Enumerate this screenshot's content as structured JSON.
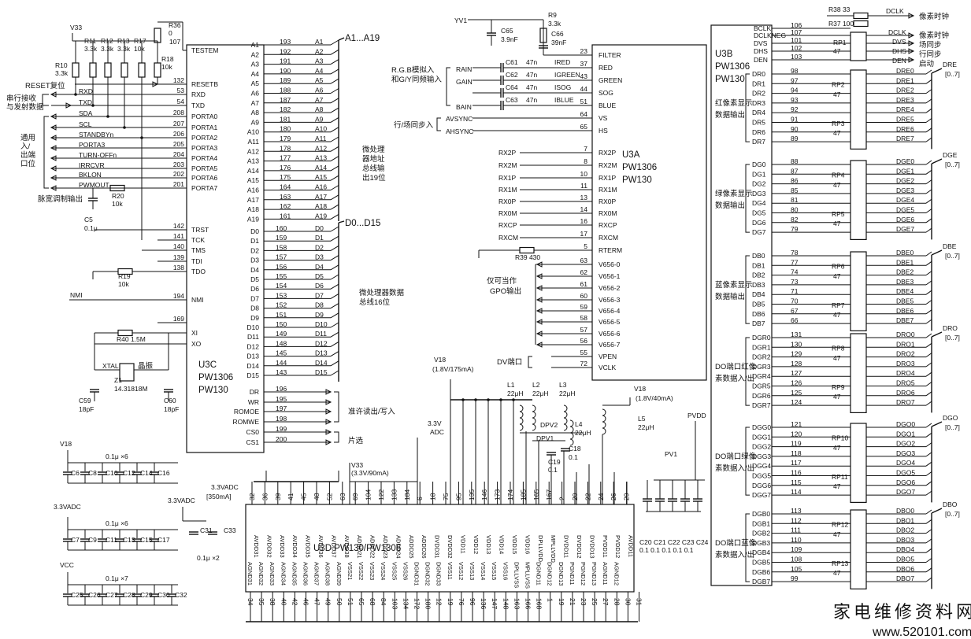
{
  "watermark": {
    "text": "家电维修资料网",
    "url": "www.520101.com"
  },
  "u3c": {
    "title": [
      "U3C",
      "PW1306",
      "PW130"
    ],
    "left_pins": [
      {
        "name": "TESTEM",
        "num": ""
      },
      {
        "name": "RESETB",
        "num": "132"
      },
      {
        "name": "RXD",
        "num": "53"
      },
      {
        "name": "TXD",
        "num": "54"
      },
      {
        "name": "PORTA0",
        "num": "208"
      },
      {
        "name": "PORTA1",
        "num": "207"
      },
      {
        "name": "PORTA2",
        "num": "206"
      },
      {
        "name": "PORTA3",
        "num": "205"
      },
      {
        "name": "PORTA4",
        "num": "204"
      },
      {
        "name": "PORTA5",
        "num": "203"
      },
      {
        "name": "PORTA6",
        "num": "202"
      },
      {
        "name": "PORTA7",
        "num": "201"
      },
      {
        "name": "TRST",
        "num": "142"
      },
      {
        "name": "TCK",
        "num": "141"
      },
      {
        "name": "TMS",
        "num": "140"
      },
      {
        "name": "TDI",
        "num": "139"
      },
      {
        "name": "TDO",
        "num": "138"
      },
      {
        "name": "NMI",
        "num": "194"
      },
      {
        "name": "",
        "num": "169"
      },
      {
        "name": "XI",
        "num": ""
      },
      {
        "name": "XO",
        "num": ""
      }
    ],
    "addr_pins": [
      {
        "name": "A1",
        "num": "193"
      },
      {
        "name": "A2",
        "num": "192"
      },
      {
        "name": "A3",
        "num": "191"
      },
      {
        "name": "A4",
        "num": "190"
      },
      {
        "name": "A5",
        "num": "189"
      },
      {
        "name": "A6",
        "num": "188"
      },
      {
        "name": "A7",
        "num": "187"
      },
      {
        "name": "A8",
        "num": "182"
      },
      {
        "name": "A9",
        "num": "181"
      },
      {
        "name": "A10",
        "num": "180"
      },
      {
        "name": "A11",
        "num": "179"
      },
      {
        "name": "A12",
        "num": "178"
      },
      {
        "name": "A13",
        "num": "177"
      },
      {
        "name": "A14",
        "num": "176"
      },
      {
        "name": "A15",
        "num": "175"
      },
      {
        "name": "A16",
        "num": "164"
      },
      {
        "name": "A17",
        "num": "163"
      },
      {
        "name": "A18",
        "num": "162"
      },
      {
        "name": "A19",
        "num": "161"
      }
    ],
    "data_pins": [
      {
        "name": "D0",
        "num": "160"
      },
      {
        "name": "D1",
        "num": "159"
      },
      {
        "name": "D2",
        "num": "158"
      },
      {
        "name": "D3",
        "num": "157"
      },
      {
        "name": "D4",
        "num": "156"
      },
      {
        "name": "D5",
        "num": "155"
      },
      {
        "name": "D6",
        "num": "154"
      },
      {
        "name": "D7",
        "num": "153"
      },
      {
        "name": "D8",
        "num": "152"
      },
      {
        "name": "D9",
        "num": "151"
      },
      {
        "name": "D10",
        "num": "150"
      },
      {
        "name": "D11",
        "num": "149"
      },
      {
        "name": "D12",
        "num": "148"
      },
      {
        "name": "D13",
        "num": "145"
      },
      {
        "name": "D14",
        "num": "144"
      },
      {
        "name": "D15",
        "num": "143"
      }
    ],
    "ctrl_pins": [
      {
        "name": "DR",
        "num": "196"
      },
      {
        "name": "WR",
        "num": "195"
      },
      {
        "name": "ROMOE",
        "num": "197"
      },
      {
        "name": "ROMWE",
        "num": "198"
      },
      {
        "name": "CS0",
        "num": "199"
      },
      {
        "name": "CS1",
        "num": "200"
      }
    ],
    "nets": [
      "RXD",
      "TXD",
      "SDA",
      "SCL",
      "STANDBYn",
      "PORTA3",
      "TURN-OFFn",
      "IRRCVR",
      "BKLON",
      "PWMOUT"
    ],
    "bus_addr": "A1...A19",
    "bus_data": "D0...D15",
    "lbl_addr": [
      "微处理",
      "器地址",
      "总线输",
      "出19位"
    ],
    "lbl_data": [
      "微处理器数据",
      "总线16位"
    ],
    "lbl_rw": "准许读出/写入",
    "lbl_cs": "片选",
    "lbl_reset": "RESET复位",
    "lbl_serial": [
      "串行接收",
      "与发射数据"
    ],
    "lbl_io": [
      "通用",
      "入/",
      "出端",
      "口位"
    ],
    "lbl_pwm": "脉宽调制输出",
    "v33": "V33",
    "nmi": "NMI"
  },
  "left_parts": {
    "r10": [
      "R10",
      "3.3k"
    ],
    "r11": [
      "R11",
      "3.3k"
    ],
    "r12": [
      "R12",
      "3.3k"
    ],
    "r13": [
      "R13",
      "3.3k"
    ],
    "r17": [
      "R17",
      "10k"
    ],
    "r18": [
      "R18",
      "10k"
    ],
    "r36": [
      "R36",
      "0"
    ],
    "r36n": "107",
    "r20": [
      "R20",
      "10k"
    ],
    "c5": [
      "C5",
      "0.1μ"
    ],
    "r19": [
      "R19",
      "10k"
    ],
    "r40": "R40 1.5M",
    "xtal": "XTAL",
    "jz": "晶振",
    "z1": [
      "Z1",
      "14.31818M"
    ],
    "c59": [
      "C59",
      "18pF"
    ],
    "c60": [
      "C60",
      "18pF"
    ]
  },
  "u3a": {
    "title": [
      "U3A",
      "PW1306",
      "PW130"
    ],
    "pins": [
      {
        "name": "FILTER",
        "num": "23"
      },
      {
        "name": "RED",
        "num": "37"
      },
      {
        "name": "GREEN",
        "num": "43"
      },
      {
        "name": "SOG",
        "num": "44"
      },
      {
        "name": "BLUE",
        "num": "51"
      },
      {
        "name": "VS",
        "num": "64"
      },
      {
        "name": "HS",
        "num": "65"
      },
      {
        "name": "RX2P",
        "num": "7"
      },
      {
        "name": "RX2M",
        "num": "8"
      },
      {
        "name": "RX1P",
        "num": "10"
      },
      {
        "name": "RX1M",
        "num": "11"
      },
      {
        "name": "RX0P",
        "num": "13"
      },
      {
        "name": "RX0M",
        "num": "14"
      },
      {
        "name": "RXCP",
        "num": "16"
      },
      {
        "name": "RXCM",
        "num": "17"
      },
      {
        "name": "RTERM",
        "num": "5"
      },
      {
        "name": "V656-0",
        "num": "63"
      },
      {
        "name": "V656-1",
        "num": "62"
      },
      {
        "name": "V656-2",
        "num": "61"
      },
      {
        "name": "V656-3",
        "num": "60"
      },
      {
        "name": "V656-4",
        "num": "59"
      },
      {
        "name": "V656-5",
        "num": "58"
      },
      {
        "name": "V656-6",
        "num": "57"
      },
      {
        "name": "V656-7",
        "num": "56"
      },
      {
        "name": "VPEN",
        "num": "55"
      },
      {
        "name": "VCLK",
        "num": "72"
      }
    ],
    "in_nets": [
      "RAIN",
      "GAIN",
      "",
      "BAIN",
      "AVSYNC",
      "AHSYNC"
    ],
    "caps": [
      {
        "n": "C61",
        "v": "47n",
        "s": "IRED"
      },
      {
        "n": "C62",
        "v": "47n",
        "s": "IGREEN"
      },
      {
        "n": "C64",
        "v": "47n",
        "s": "ISOG"
      },
      {
        "n": "C63",
        "v": "47n",
        "s": "IBLUE"
      }
    ],
    "rx_nets": [
      "RX2P",
      "RX2M",
      "RX1P",
      "RX1M",
      "RX0P",
      "RX0M",
      "RXCP",
      "RXCM"
    ],
    "yv1": "YV1",
    "r9": [
      "R9",
      "3.3k"
    ],
    "c65": [
      "C65",
      "3.9nF"
    ],
    "c66": [
      "C66",
      "39nF"
    ],
    "r39": "R39 430",
    "lbl_rgb": [
      "R.G.B模拟入",
      "和G/Y同频输入"
    ],
    "lbl_sync": "行/场同步入",
    "lbl_gpo": [
      "仅可当作",
      "GPO输出"
    ],
    "lbl_dv": "DV端口"
  },
  "u3b": {
    "title": [
      "U3B",
      "PW1306",
      "PW130"
    ],
    "top": [
      {
        "net": "BCLK",
        "num": "106"
      },
      {
        "net": "DCLKNEG",
        "num": "107"
      },
      {
        "net": "DVS",
        "num": "101"
      },
      {
        "net": "DHS",
        "num": "102"
      },
      {
        "net": "DEN",
        "num": "103"
      }
    ],
    "top_out": [
      "DCLK",
      "DCLK",
      "DVS",
      "DHS",
      "DEN"
    ],
    "top_lbl": [
      "像素时钟",
      "像素时钟",
      "场同步",
      "行同步",
      "启动"
    ],
    "r38": "R38 33",
    "r37": "R37 100",
    "groups": [
      {
        "pins": [
          "DR0",
          "DR1",
          "DR2",
          "DR3",
          "DR4",
          "DR5",
          "DR6",
          "DR7"
        ],
        "nums": [
          "98",
          "97",
          "94",
          "93",
          "92",
          "91",
          "90",
          "89"
        ],
        "outs": [
          "DRE0",
          "DRE1",
          "DRE2",
          "DRE3",
          "DRE4",
          "DRE5",
          "DRE6",
          "DRE7"
        ],
        "rp": [
          "RP2",
          "RP3"
        ],
        "bus": "DRE",
        "rng": "[0..7]",
        "lbl": [
          "红像素显示",
          "数据输出"
        ]
      },
      {
        "pins": [
          "DG0",
          "DG1",
          "DG2",
          "DG3",
          "DG4",
          "DG5",
          "DG6",
          "DG7"
        ],
        "nums": [
          "88",
          "87",
          "86",
          "85",
          "81",
          "80",
          "82",
          "79"
        ],
        "outs": [
          "DGE0",
          "DGE1",
          "DGE2",
          "DGE3",
          "DGE4",
          "DGE5",
          "DGE6",
          "DGE7"
        ],
        "rp": [
          "RP4",
          "RP5"
        ],
        "bus": "DGE",
        "rng": "[0..7]",
        "lbl": [
          "绿像素显示",
          "数据输出"
        ]
      },
      {
        "pins": [
          "DB0",
          "DB1",
          "DB2",
          "DB3",
          "DB4",
          "DB5",
          "DB6",
          "DB7"
        ],
        "nums": [
          "78",
          "77",
          "74",
          "73",
          "71",
          "70",
          "67",
          "66"
        ],
        "outs": [
          "DBE0",
          "DBE1",
          "DBE2",
          "DBE3",
          "DBE4",
          "DBE5",
          "DBE6",
          "DBE7"
        ],
        "rp": [
          "RP6",
          "RP7"
        ],
        "bus": "DBE",
        "rng": "[0..7]",
        "lbl": [
          "蓝像素显示",
          "数据输出"
        ]
      },
      {
        "pins": [
          "DGR0",
          "DGR1",
          "DGR2",
          "DGR3",
          "DGR4",
          "DGR5",
          "DGR6",
          "DGR7"
        ],
        "nums": [
          "131",
          "130",
          "129",
          "128",
          "127",
          "126",
          "125",
          "124"
        ],
        "outs": [
          "DRO0",
          "DRO1",
          "DRO2",
          "DRO3",
          "DRO4",
          "DRO5",
          "DRO6",
          "DRO7"
        ],
        "rp": [
          "RP8",
          "RP9"
        ],
        "bus": "DRO",
        "rng": "[0..7]",
        "lbl": [
          "DO端口红像",
          "素数据入/出"
        ]
      },
      {
        "pins": [
          "DGG0",
          "DGG1",
          "DGG2",
          "DGG3",
          "DGG4",
          "DGG5",
          "DGG6",
          "DGG7"
        ],
        "nums": [
          "121",
          "120",
          "119",
          "118",
          "117",
          "116",
          "115",
          "114"
        ],
        "outs": [
          "DGO0",
          "DGO1",
          "DGO2",
          "DGO3",
          "DGO4",
          "DGO5",
          "DGO6",
          "DGO7"
        ],
        "rp": [
          "RP10",
          "RP11"
        ],
        "bus": "DGO",
        "rng": "[0..7]",
        "lbl": [
          "DO端口绿像",
          "素数据入/出"
        ]
      },
      {
        "pins": [
          "DGB0",
          "DGB1",
          "DGB2",
          "DGB3",
          "DGB4",
          "DGB5",
          "DGB6",
          "DGB7"
        ],
        "nums": [
          "113",
          "112",
          "111",
          "110",
          "109",
          "108",
          "105",
          "99"
        ],
        "outs": [
          "DBO0",
          "DBO1",
          "DBO2",
          "DBO3",
          "DBO4",
          "DBO5",
          "DBO6",
          "DBO7"
        ],
        "rp": [
          "RP12",
          "RP13"
        ],
        "bus": "DBO",
        "rng": "[0..7]",
        "lbl": [
          "DO端口蓝像",
          "素数据入/出"
        ]
      }
    ],
    "rp1": "RP1",
    "rp47": "47"
  },
  "u3d": {
    "title": "U3D PW130/PW1306",
    "top_nums": [
      "32",
      "36",
      "39",
      "41",
      "45",
      "48",
      "52",
      "63",
      "69",
      "104",
      "122",
      "133",
      "184",
      "6",
      "18",
      "75",
      "95",
      "135",
      "146",
      "173",
      "174",
      "185",
      "165",
      "167",
      "2",
      "20",
      "22",
      "24",
      "26",
      "29"
    ],
    "top_names": [
      "AVDD31",
      "AVDD32",
      "AVDD33",
      "AVDD34",
      "AVDD35",
      "AVDD36",
      "AVDD37",
      "AVDD38",
      "ADDD21",
      "ADDD22",
      "ADDD23",
      "ADDD24",
      "ADDD25",
      "ADDD26",
      "DVDD31",
      "DVDD32",
      "VDD11",
      "VDD12",
      "VDD13",
      "VDD14",
      "VDD15",
      "VDD16",
      "DPLLVDD",
      "MPLLVDD",
      "DVDD11",
      "DVDD12",
      "DVDD13",
      "PVDD11",
      "PVDD12",
      "AVDD11"
    ],
    "bot_nums": [
      "34",
      "35",
      "38",
      "40",
      "42",
      "46",
      "47",
      "49",
      "50",
      "51",
      "65",
      "68",
      "84",
      "103",
      "134",
      "172",
      "180",
      "12",
      "19",
      "76",
      "96",
      "136",
      "147",
      "148",
      "163",
      "166",
      "168",
      "1",
      "19",
      "21",
      "23",
      "25",
      "27",
      "28",
      "30",
      "31"
    ],
    "bot_names": [
      "AGND31",
      "AGND32",
      "AGND33",
      "AGND34",
      "AGND35",
      "AGND36",
      "AGND37",
      "AGND38",
      "AGND39",
      "VSS21",
      "VSS22",
      "VSS23",
      "VSS24",
      "VSS25",
      "VSS26",
      "DGND31",
      "DGND32",
      "DGND33",
      "VSS11",
      "VSS12",
      "VSS13",
      "VSS14",
      "VSS15",
      "VSS16",
      "DPLLVSS",
      "MPLLVSS",
      "DGND11",
      "DGND12",
      "DGND13",
      "PGND11",
      "PGND12",
      "PGND13",
      "AGND11",
      "AGND12"
    ],
    "v18a": [
      "V18",
      "(1.8V/175mA)"
    ],
    "v33a": [
      "V33",
      "(3.3V/90mA)"
    ],
    "v33b": [
      "3.3V",
      "ADC"
    ],
    "v33c": [
      "3.3VADC",
      "[350mA]"
    ],
    "v18b": [
      "V18",
      "(1.8V/40mA)"
    ],
    "pvdd": "PVDD",
    "pv1": "PV1",
    "l1": [
      "L1",
      "22μH"
    ],
    "l2": [
      "L2",
      "22μH"
    ],
    "l3": [
      "L3",
      "22μH"
    ],
    "l4": [
      "L4",
      "22μH"
    ],
    "l5": [
      "L5",
      "22μH"
    ],
    "dpv2": "DPV2",
    "dpv1": "DPV1",
    "c18": [
      "C18",
      "0.1"
    ],
    "c19": [
      "C19",
      "0.1"
    ],
    "c20": "C20 C21 C22 C23 C24",
    "c20v": "0.1 0.1 0.1 0.1 0.1",
    "c31": [
      "C31",
      "C33"
    ],
    "c31v": "0.1μ ×2",
    "v33d": "3.3VADC"
  },
  "cap_banks": [
    {
      "rail": "V18",
      "caps": [
        "C6",
        "C8",
        "C10",
        "C12",
        "C14",
        "C16"
      ],
      "val": "0.1μ ×6"
    },
    {
      "rail": "3.3VADC",
      "caps": [
        "C7",
        "C9",
        "C11",
        "C13",
        "C15",
        "C17"
      ],
      "val": "0.1μ ×6"
    },
    {
      "rail": "VCC",
      "caps": [
        "C25",
        "C26",
        "C27",
        "C28",
        "C29",
        "C30",
        "C32"
      ],
      "val": "0.1μ ×7"
    }
  ]
}
